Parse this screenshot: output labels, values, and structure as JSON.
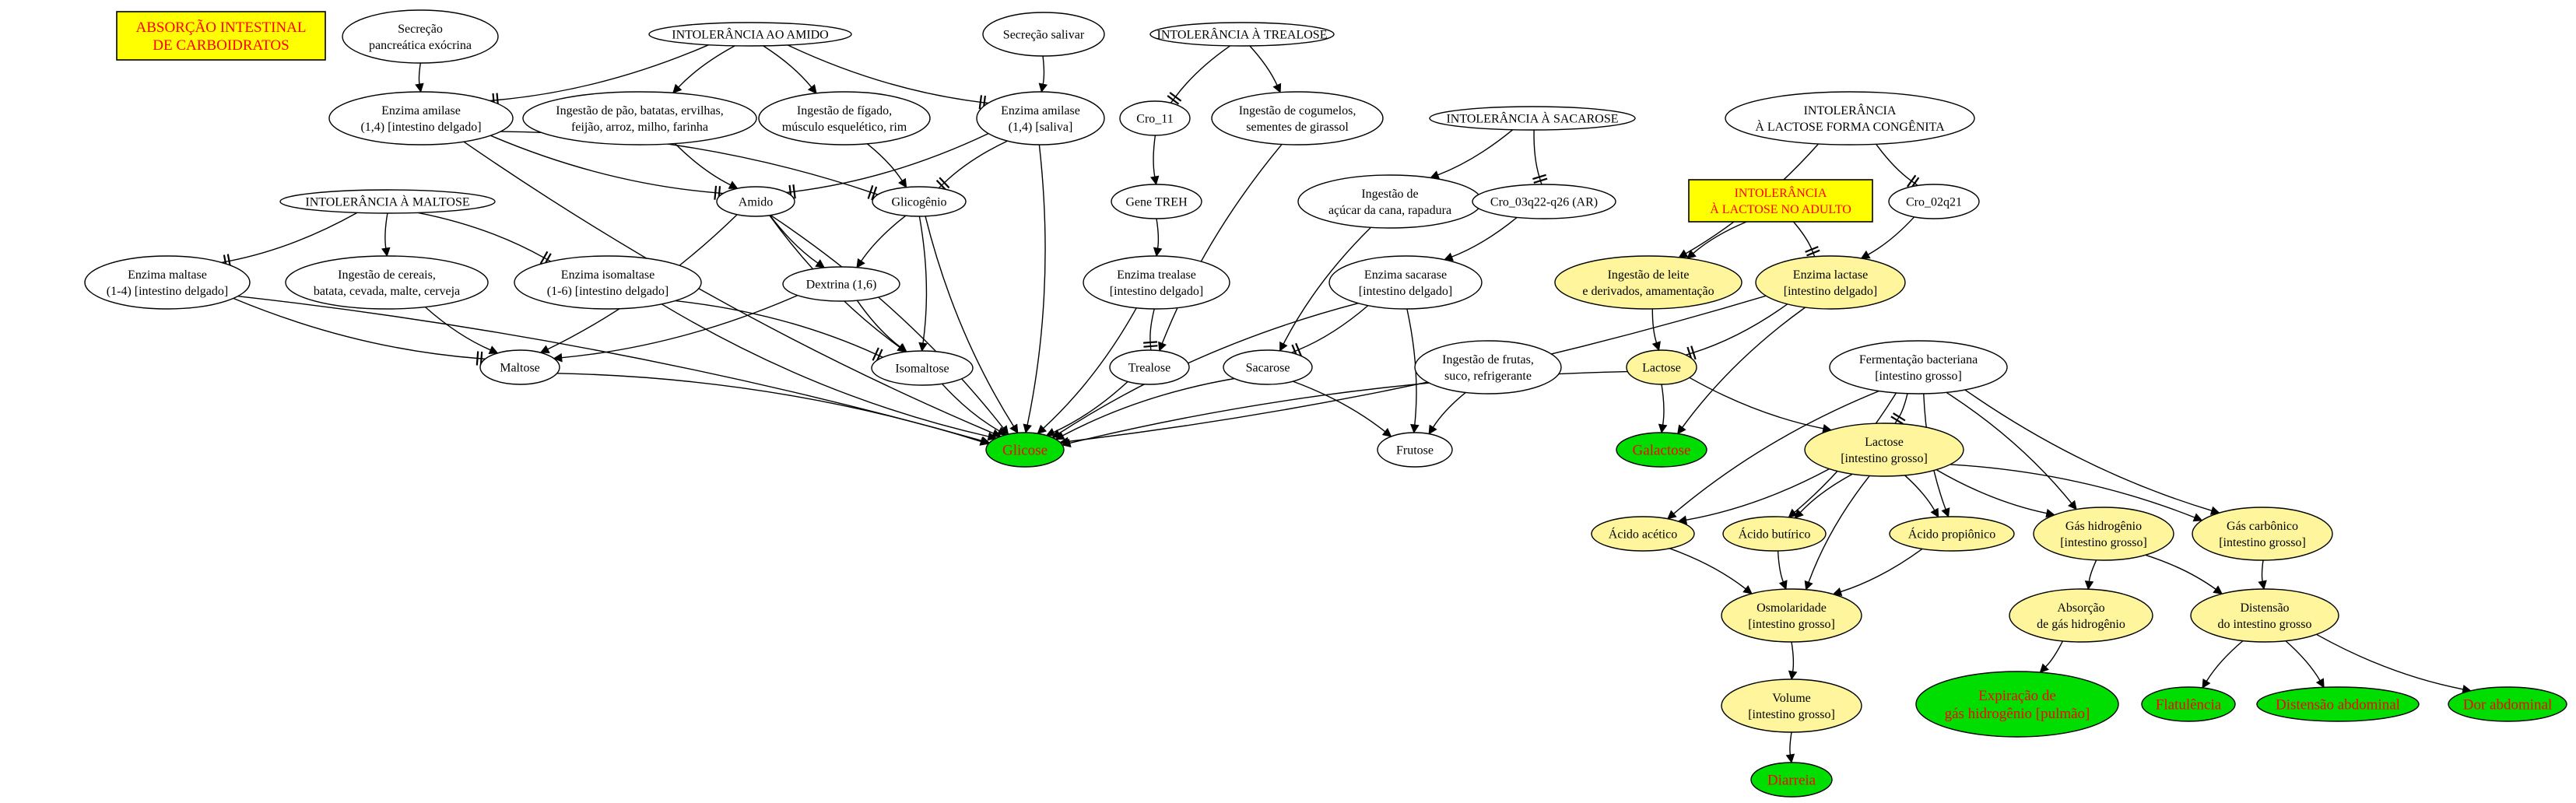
{
  "title_lines": [
    "ABSORÇÃO INTESTINAL",
    "DE CARBOIDRATOS"
  ],
  "colors": {
    "white_fill": "#ffffff",
    "yellow_fill": "#fff59d",
    "box_fill": "#ffff00",
    "green_fill": "#00dd00",
    "outcome_text": "#ff0000",
    "title_text": "#ff0000",
    "stroke": "#000000"
  },
  "nodes": {
    "secrecao_pancreatica": {
      "lines": [
        "Secreção",
        "pancreática exócrina"
      ]
    },
    "intol_amido": {
      "lines": [
        "INTOLERÂNCIA AO AMIDO"
      ]
    },
    "secrecao_salivar": {
      "lines": [
        "Secreção salivar"
      ]
    },
    "intol_trealose": {
      "lines": [
        "INTOLERÂNCIA À TREALOSE"
      ]
    },
    "amilase_delgado": {
      "lines": [
        "Enzima amilase",
        "(1,4) [intestino delgado]"
      ]
    },
    "ingestao_pao": {
      "lines": [
        "Ingestão de pão, batatas, ervilhas,",
        "feijão, arroz, milho, farinha"
      ]
    },
    "ingestao_figado": {
      "lines": [
        "Ingestão de fígado,",
        "músculo esquelético, rim"
      ]
    },
    "amilase_saliva": {
      "lines": [
        "Enzima amilase",
        "(1,4) [saliva]"
      ]
    },
    "cro11": {
      "lines": [
        "Cro_11"
      ]
    },
    "ingestao_cogumelos": {
      "lines": [
        "Ingestão de cogumelos,",
        "sementes de girassol"
      ]
    },
    "intol_sacarose": {
      "lines": [
        "INTOLERÂNCIA À SACAROSE"
      ]
    },
    "intol_lactose_cong": {
      "lines": [
        "INTOLERÂNCIA",
        "À LACTOSE FORMA CONGÊNITA"
      ]
    },
    "intol_maltose": {
      "lines": [
        "INTOLERÂNCIA À MALTOSE"
      ]
    },
    "amido": {
      "lines": [
        "Amido"
      ]
    },
    "glicogenio": {
      "lines": [
        "Glicogênio"
      ]
    },
    "gene_treh": {
      "lines": [
        "Gene TREH"
      ]
    },
    "ingestao_acucar": {
      "lines": [
        "Ingestão de",
        "açúcar da cana, rapadura"
      ]
    },
    "cro03": {
      "lines": [
        "Cro_03q22-q26 (AR)"
      ]
    },
    "intol_lactose_adulto": {
      "lines": [
        "INTOLERÂNCIA",
        "À LACTOSE NO ADULTO"
      ]
    },
    "cro02": {
      "lines": [
        "Cro_02q21"
      ]
    },
    "maltase": {
      "lines": [
        "Enzima maltase",
        "(1-4) [intestino delgado]"
      ]
    },
    "ingestao_cereais": {
      "lines": [
        "Ingestão de cereais,",
        "batata, cevada, malte, cerveja"
      ]
    },
    "isomaltase": {
      "lines": [
        "Enzima isomaltase",
        "(1-6) [intestino delgado]"
      ]
    },
    "dextrina": {
      "lines": [
        "Dextrina (1,6)"
      ]
    },
    "trealase": {
      "lines": [
        "Enzima trealase",
        "[intestino delgado]"
      ]
    },
    "sacarase": {
      "lines": [
        "Enzima sacarase",
        "[intestino delgado]"
      ]
    },
    "ingestao_leite": {
      "lines": [
        "Ingestão de leite",
        "e derivados, amamentação"
      ]
    },
    "lactase": {
      "lines": [
        "Enzima lactase",
        "[intestino delgado]"
      ]
    },
    "maltose": {
      "lines": [
        "Maltose"
      ]
    },
    "isomaltose": {
      "lines": [
        "Isomaltose"
      ]
    },
    "trealose": {
      "lines": [
        "Trealose"
      ]
    },
    "sacarose": {
      "lines": [
        "Sacarose"
      ]
    },
    "ingestao_frutas": {
      "lines": [
        "Ingestão de frutas,",
        "suco, refrigerante"
      ]
    },
    "lactose": {
      "lines": [
        "Lactose"
      ]
    },
    "fermentacao": {
      "lines": [
        "Fermentação bacteriana",
        "[intestino grosso]"
      ]
    },
    "glicose": {
      "lines": [
        "Glicose"
      ]
    },
    "frutose": {
      "lines": [
        "Frutose"
      ]
    },
    "galactose": {
      "lines": [
        "Galactose"
      ]
    },
    "lactose_grosso": {
      "lines": [
        "Lactose",
        "[intestino grosso]"
      ]
    },
    "acido_acetico": {
      "lines": [
        "Ácido acético"
      ]
    },
    "acido_butirico": {
      "lines": [
        "Ácido butírico"
      ]
    },
    "acido_propionico": {
      "lines": [
        "Ácido propiônico"
      ]
    },
    "gas_hidrogenio": {
      "lines": [
        "Gás hidrogênio",
        "[intestino grosso]"
      ]
    },
    "gas_carbonico": {
      "lines": [
        "Gás carbônico",
        "[intestino grosso]"
      ]
    },
    "osmolaridade": {
      "lines": [
        "Osmolaridade",
        "[intestino grosso]"
      ]
    },
    "absorcao_h2": {
      "lines": [
        "Absorção",
        "de gás hidrogênio"
      ]
    },
    "distensao_int": {
      "lines": [
        "Distensão",
        "do intestino grosso"
      ]
    },
    "volume": {
      "lines": [
        "Volume",
        "[intestino grosso]"
      ]
    },
    "expiracao": {
      "lines": [
        "Expiração de",
        "gás hidrogênio [pulmão]"
      ]
    },
    "flatulencia": {
      "lines": [
        "Flatulência"
      ]
    },
    "distensao_abd": {
      "lines": [
        "Distensão abdominal"
      ]
    },
    "dor_abd": {
      "lines": [
        "Dor abdominal"
      ]
    },
    "diarreia": {
      "lines": [
        "Diarreia"
      ]
    }
  },
  "edges": [
    {
      "from": "secrecao_pancreatica",
      "to": "amilase_delgado",
      "type": "arrow"
    },
    {
      "from": "intol_amido",
      "to": "amilase_delgado",
      "type": "tee"
    },
    {
      "from": "intol_amido",
      "to": "ingestao_pao",
      "type": "arrow"
    },
    {
      "from": "intol_amido",
      "to": "ingestao_figado",
      "type": "arrow"
    },
    {
      "from": "intol_amido",
      "to": "amilase_saliva",
      "type": "tee"
    },
    {
      "from": "secrecao_salivar",
      "to": "amilase_saliva",
      "type": "arrow"
    },
    {
      "from": "intol_trealose",
      "to": "cro11",
      "type": "tee"
    },
    {
      "from": "intol_trealose",
      "to": "ingestao_cogumelos",
      "type": "arrow"
    },
    {
      "from": "cro11",
      "to": "gene_treh",
      "type": "arrow"
    },
    {
      "from": "gene_treh",
      "to": "trealase",
      "type": "arrow"
    },
    {
      "from": "trealase",
      "to": "trealose",
      "type": "tee"
    },
    {
      "from": "trealase",
      "to": "glicose",
      "type": "arrow"
    },
    {
      "from": "ingestao_cogumelos",
      "to": "trealose",
      "type": "arrow"
    },
    {
      "from": "trealose",
      "to": "glicose",
      "type": "arrow"
    },
    {
      "from": "amilase_delgado",
      "to": "amido",
      "type": "tee"
    },
    {
      "from": "amilase_delgado",
      "to": "glicogenio",
      "type": "tee"
    },
    {
      "from": "amilase_delgado",
      "to": "glicose",
      "type": "arrow"
    },
    {
      "from": "amilase_saliva",
      "to": "amido",
      "type": "tee"
    },
    {
      "from": "amilase_saliva",
      "to": "glicogenio",
      "type": "tee"
    },
    {
      "from": "amilase_saliva",
      "to": "glicose",
      "type": "arrow"
    },
    {
      "from": "ingestao_pao",
      "to": "amido",
      "type": "arrow"
    },
    {
      "from": "ingestao_figado",
      "to": "glicogenio",
      "type": "arrow"
    },
    {
      "from": "amido",
      "to": "dextrina",
      "type": "arrow"
    },
    {
      "from": "amido",
      "to": "maltose",
      "type": "arrow"
    },
    {
      "from": "amido",
      "to": "isomaltose",
      "type": "arrow"
    },
    {
      "from": "amido",
      "to": "glicose",
      "type": "arrow"
    },
    {
      "from": "glicogenio",
      "to": "dextrina",
      "type": "arrow"
    },
    {
      "from": "glicogenio",
      "to": "isomaltose",
      "type": "arrow"
    },
    {
      "from": "glicogenio",
      "to": "glicose",
      "type": "arrow"
    },
    {
      "from": "dextrina",
      "to": "maltose",
      "type": "arrow"
    },
    {
      "from": "dextrina",
      "to": "isomaltose",
      "type": "arrow"
    },
    {
      "from": "intol_maltose",
      "to": "maltase",
      "type": "tee"
    },
    {
      "from": "intol_maltose",
      "to": "ingestao_cereais",
      "type": "arrow"
    },
    {
      "from": "intol_maltose",
      "to": "isomaltase",
      "type": "tee"
    },
    {
      "from": "maltase",
      "to": "maltose",
      "type": "tee"
    },
    {
      "from": "maltase",
      "to": "glicose",
      "type": "arrow"
    },
    {
      "from": "ingestao_cereais",
      "to": "maltose",
      "type": "arrow"
    },
    {
      "from": "isomaltase",
      "to": "isomaltose",
      "type": "tee"
    },
    {
      "from": "isomaltase",
      "to": "glicose",
      "type": "arrow"
    },
    {
      "from": "maltose",
      "to": "glicose",
      "type": "arrow"
    },
    {
      "from": "isomaltose",
      "to": "glicose",
      "type": "arrow"
    },
    {
      "from": "intol_sacarose",
      "to": "ingestao_acucar",
      "type": "arrow"
    },
    {
      "from": "intol_sacarose",
      "to": "cro03",
      "type": "tee"
    },
    {
      "from": "cro03",
      "to": "sacarase",
      "type": "arrow"
    },
    {
      "from": "ingestao_acucar",
      "to": "sacarose",
      "type": "arrow"
    },
    {
      "from": "sacarase",
      "to": "sacarose",
      "type": "tee"
    },
    {
      "from": "sacarase",
      "to": "glicose",
      "type": "arrow"
    },
    {
      "from": "sacarase",
      "to": "frutose",
      "type": "arrow"
    },
    {
      "from": "sacarose",
      "to": "glicose",
      "type": "arrow"
    },
    {
      "from": "sacarose",
      "to": "frutose",
      "type": "arrow"
    },
    {
      "from": "ingestao_frutas",
      "to": "frutose",
      "type": "arrow"
    },
    {
      "from": "intol_lactose_cong",
      "to": "ingestao_leite",
      "type": "arrow"
    },
    {
      "from": "intol_lactose_cong",
      "to": "cro02",
      "type": "tee"
    },
    {
      "from": "cro02",
      "to": "lactase",
      "type": "arrow"
    },
    {
      "from": "intol_lactose_adulto",
      "to": "ingestao_leite",
      "type": "arrow"
    },
    {
      "from": "intol_lactose_adulto",
      "to": "lactase",
      "type": "tee"
    },
    {
      "from": "ingestao_leite",
      "to": "lactose",
      "type": "arrow"
    },
    {
      "from": "lactase",
      "to": "lactose",
      "type": "tee"
    },
    {
      "from": "lactase",
      "to": "galactose",
      "type": "arrow"
    },
    {
      "from": "lactase",
      "to": "glicose",
      "type": "arrow"
    },
    {
      "from": "lactose",
      "to": "glicose",
      "type": "arrow"
    },
    {
      "from": "lactose",
      "to": "galactose",
      "type": "arrow"
    },
    {
      "from": "lactose",
      "to": "lactose_grosso",
      "type": "arrow"
    },
    {
      "from": "fermentacao",
      "to": "lactose_grosso",
      "type": "tee"
    },
    {
      "from": "fermentacao",
      "to": "acido_acetico",
      "type": "arrow"
    },
    {
      "from": "fermentacao",
      "to": "acido_butirico",
      "type": "arrow"
    },
    {
      "from": "fermentacao",
      "to": "acido_propionico",
      "type": "arrow"
    },
    {
      "from": "fermentacao",
      "to": "gas_hidrogenio",
      "type": "arrow"
    },
    {
      "from": "fermentacao",
      "to": "gas_carbonico",
      "type": "arrow"
    },
    {
      "from": "lactose_grosso",
      "to": "acido_acetico",
      "type": "arrow"
    },
    {
      "from": "lactose_grosso",
      "to": "acido_butirico",
      "type": "arrow"
    },
    {
      "from": "lactose_grosso",
      "to": "acido_propionico",
      "type": "arrow"
    },
    {
      "from": "lactose_grosso",
      "to": "gas_hidrogenio",
      "type": "arrow"
    },
    {
      "from": "lactose_grosso",
      "to": "gas_carbonico",
      "type": "arrow"
    },
    {
      "from": "lactose_grosso",
      "to": "osmolaridade",
      "type": "arrow"
    },
    {
      "from": "acido_acetico",
      "to": "osmolaridade",
      "type": "arrow"
    },
    {
      "from": "acido_butirico",
      "to": "osmolaridade",
      "type": "arrow"
    },
    {
      "from": "acido_propionico",
      "to": "osmolaridade",
      "type": "arrow"
    },
    {
      "from": "gas_hidrogenio",
      "to": "absorcao_h2",
      "type": "arrow"
    },
    {
      "from": "gas_hidrogenio",
      "to": "distensao_int",
      "type": "arrow"
    },
    {
      "from": "gas_carbonico",
      "to": "distensao_int",
      "type": "arrow"
    },
    {
      "from": "osmolaridade",
      "to": "volume",
      "type": "arrow"
    },
    {
      "from": "volume",
      "to": "diarreia",
      "type": "arrow"
    },
    {
      "from": "absorcao_h2",
      "to": "expiracao",
      "type": "arrow"
    },
    {
      "from": "distensao_int",
      "to": "flatulencia",
      "type": "arrow"
    },
    {
      "from": "distensao_int",
      "to": "distensao_abd",
      "type": "arrow"
    },
    {
      "from": "distensao_int",
      "to": "dor_abd",
      "type": "arrow"
    }
  ]
}
